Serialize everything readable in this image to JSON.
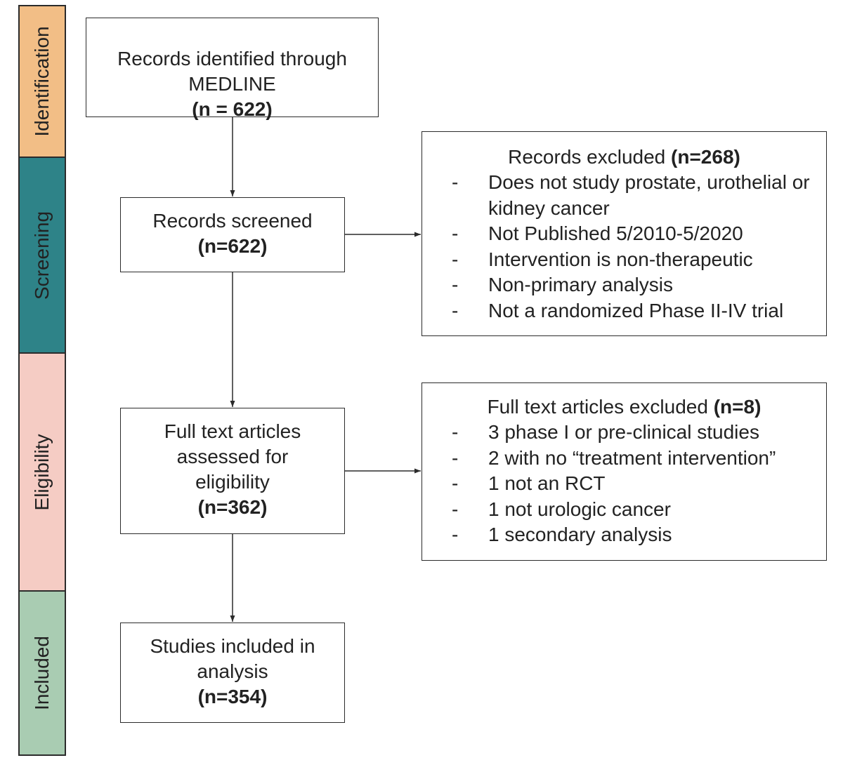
{
  "phases": [
    {
      "label": "Identification",
      "color": "#F2BE86"
    },
    {
      "label": "Screening",
      "color": "#2E8388"
    },
    {
      "label": "Eligibility",
      "color": "#F5CCC4"
    },
    {
      "label": "Included",
      "color": "#A9CCB2"
    }
  ],
  "boxes": {
    "identified": {
      "lines": [
        "Records identified through",
        "MEDLINE"
      ],
      "count": "(n = 622)"
    },
    "screened": {
      "lines": [
        "Records screened"
      ],
      "count": "(n=622)"
    },
    "assessed": {
      "lines": [
        "Full text articles",
        "assessed for",
        "eligibility"
      ],
      "count": "(n=362)"
    },
    "included": {
      "lines": [
        "Studies included in",
        "analysis"
      ],
      "count": "(n=354)"
    }
  },
  "exclusions": {
    "records": {
      "title": "Records excluded ",
      "count": "(n=268)",
      "items": [
        "Does not study prostate, urothelial or kidney cancer",
        "Not Published 5/2010-5/2020",
        "Intervention is non-therapeutic",
        "Non-primary analysis",
        "Not a randomized Phase II-IV trial"
      ]
    },
    "fulltext": {
      "title": "Full text articles excluded ",
      "count": "(n=8)",
      "items": [
        "3 phase I or pre-clinical studies",
        "2 with no “treatment intervention”",
        "1 not an RCT",
        "1 not urologic cancer",
        "1 secondary analysis"
      ]
    }
  },
  "dash": "-"
}
